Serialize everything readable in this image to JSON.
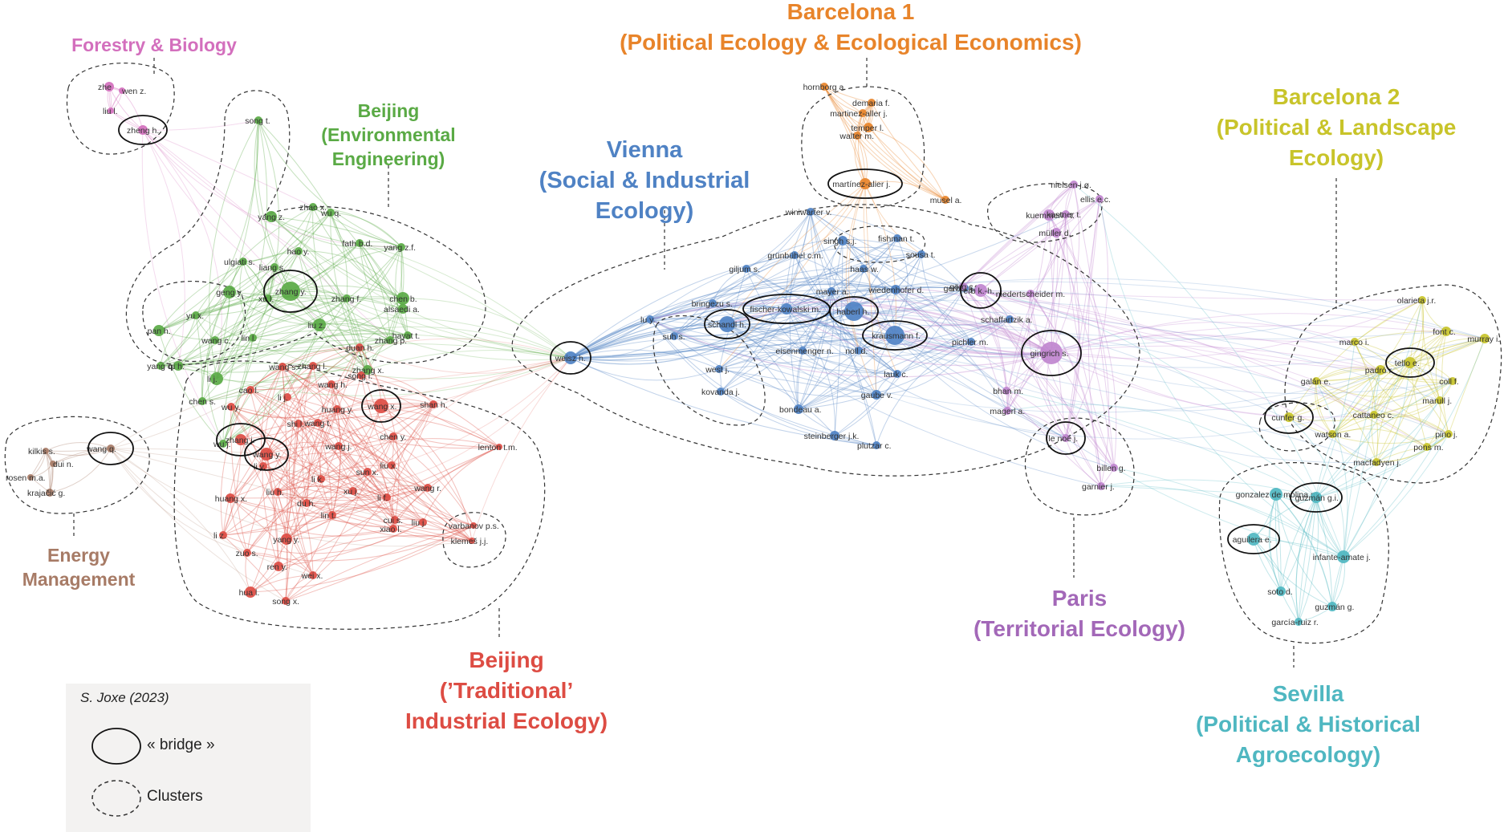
{
  "clusters": {
    "forestry": {
      "lines": [
        "Forestry & Biology"
      ],
      "color": "#d36fbd"
    },
    "beijing_env": {
      "lines": [
        "Beijing",
        "(Environmental",
        "Engineering)"
      ],
      "color": "#5aaa45"
    },
    "barcelona1": {
      "lines": [
        "Barcelona 1",
        "(Political Ecology & Ecological Economics)"
      ],
      "color": "#e8842a"
    },
    "vienna": {
      "lines": [
        "Vienna",
        "(Social & Industrial",
        "Ecology)"
      ],
      "color": "#4f82c4"
    },
    "barcelona2": {
      "lines": [
        "Barcelona 2",
        "(Political & Landscape",
        "Ecology)"
      ],
      "color": "#c8c42a"
    },
    "energy": {
      "lines": [
        "Energy",
        "Management"
      ],
      "color": "#a77b66"
    },
    "beijing_trad": {
      "lines": [
        "Beijing",
        "(’Traditional’",
        "Industrial Ecology)"
      ],
      "color": "#dd4c43"
    },
    "paris": {
      "lines": [
        "Paris",
        "(Territorial Ecology)"
      ],
      "color": "#a368b8"
    },
    "sevilla": {
      "lines": [
        "Sevilla",
        "(Political & Historical",
        "Agroecology)"
      ],
      "color": "#4fb7c1"
    }
  },
  "node_colors": {
    "green": "#5aaa45",
    "red": "#dd4c43",
    "blue": "#4f82c4",
    "orange": "#e8842a",
    "purple": "#c085cf",
    "yellow": "#c8c42a",
    "teal": "#4fb7c1",
    "brown": "#a77b66",
    "pink": "#d36fbd"
  },
  "nodes": {
    "forestry": [
      "zheng h.",
      "wen z.",
      "liu l.",
      "zhe"
    ],
    "energy": [
      "wang q.",
      "kilkis s.",
      "dui n.",
      "rosen m.a.",
      "krajačić g."
    ],
    "beijing_env": [
      "song t.",
      "zhao x.",
      "wu q.",
      "yang z.",
      "hao y.",
      "fath b.d.",
      "yang z.f.",
      "ulgiati s.",
      "liang s.",
      "geng y.",
      "zhang y.",
      "xu l.",
      "zhang f.",
      "chen b.",
      "alsaedi a.",
      "yu x.",
      "pan h.",
      "liu z.",
      "wang c.",
      "hayat t.",
      "lin l.",
      "zhang p.",
      "yang q.",
      "qi h.",
      "li j.",
      "zhang x.",
      "chen s.",
      "wu j.",
      "li x."
    ],
    "beijing_trad": [
      "duan h.",
      "wang s.",
      "zhang l.",
      "song l.",
      "cao l.",
      "wang h.",
      "li j.",
      "wang x.",
      "shan h.",
      "wu y.",
      "huang y.",
      "shi l.",
      "wang t.",
      "chen y.",
      "zhang j.",
      "wang j.",
      "wang y.",
      "li y.",
      "liu x.",
      "lenton t.m.",
      "li k.",
      "sun x.",
      "wang r.",
      "liu h.",
      "xu j.",
      "li f.",
      "huang x.",
      "du h.",
      "lin t.",
      "cui s.",
      "liu j.",
      "varbanov p.s.",
      "li z.",
      "yang y.",
      "xiao l.",
      "klemeš j.j.",
      "zuo s.",
      "ren y.",
      "wei x.",
      "hua l.",
      "song x."
    ],
    "barcelona1": [
      "hornborg a.",
      "demaria f.",
      "martinez-aller j.",
      "temper l.",
      "walter m.",
      "martínez-alier j.",
      "musel a."
    ],
    "vienna": [
      "weisz h.",
      "winiwarter v.",
      "singh s.j.",
      "fishman t.",
      "grünbühel c.m.",
      "sousa t.",
      "giljum s.",
      "haas w.",
      "bringezu s.",
      "mayer a.",
      "wiedenhofer d.",
      "fischer-kowalski m.",
      "haberl h.",
      "lu y.",
      "schandl h.",
      "krausmann f.",
      "suh s.",
      "eisenmenger n.",
      "noll d.",
      "pichler m.",
      "west j.",
      "lauk c.",
      "kovanda j.",
      "gaube v.",
      "bondeau a.",
      "steinberger j.k.",
      "plutzar c.",
      "gerber j.f.",
      "schaffartzik a."
    ],
    "paris": [
      "nielsen j.ø.",
      "ellis e.c.",
      "kuemmerle t.",
      "kastner t.",
      "müller d.",
      "görg c.",
      "erb k.-h.",
      "niedertscheider m.",
      "gingrich s.",
      "bhan m.",
      "magerl a.",
      "le noë j.",
      "billen g.",
      "garnier j."
    ],
    "barcelona2": [
      "olarieta j.r.",
      "font c.",
      "murray i.",
      "marco i.",
      "tello e.",
      "padró r.",
      "galán e.",
      "coll f.",
      "marull j.",
      "cunfer g.",
      "cattaneo c.",
      "watson a.",
      "pino j.",
      "pons m.",
      "macfadyen j."
    ],
    "sevilla": [
      "gonzalez de molina m.",
      "guzmán g.i.",
      "aguilera e.",
      "infante-amate j.",
      "soto d.",
      "guzmán g.",
      "garcía-ruiz r."
    ]
  },
  "legend": {
    "credit": "S. Joxe (2023)",
    "bridge": "« bridge »",
    "clusters": "Clusters"
  }
}
